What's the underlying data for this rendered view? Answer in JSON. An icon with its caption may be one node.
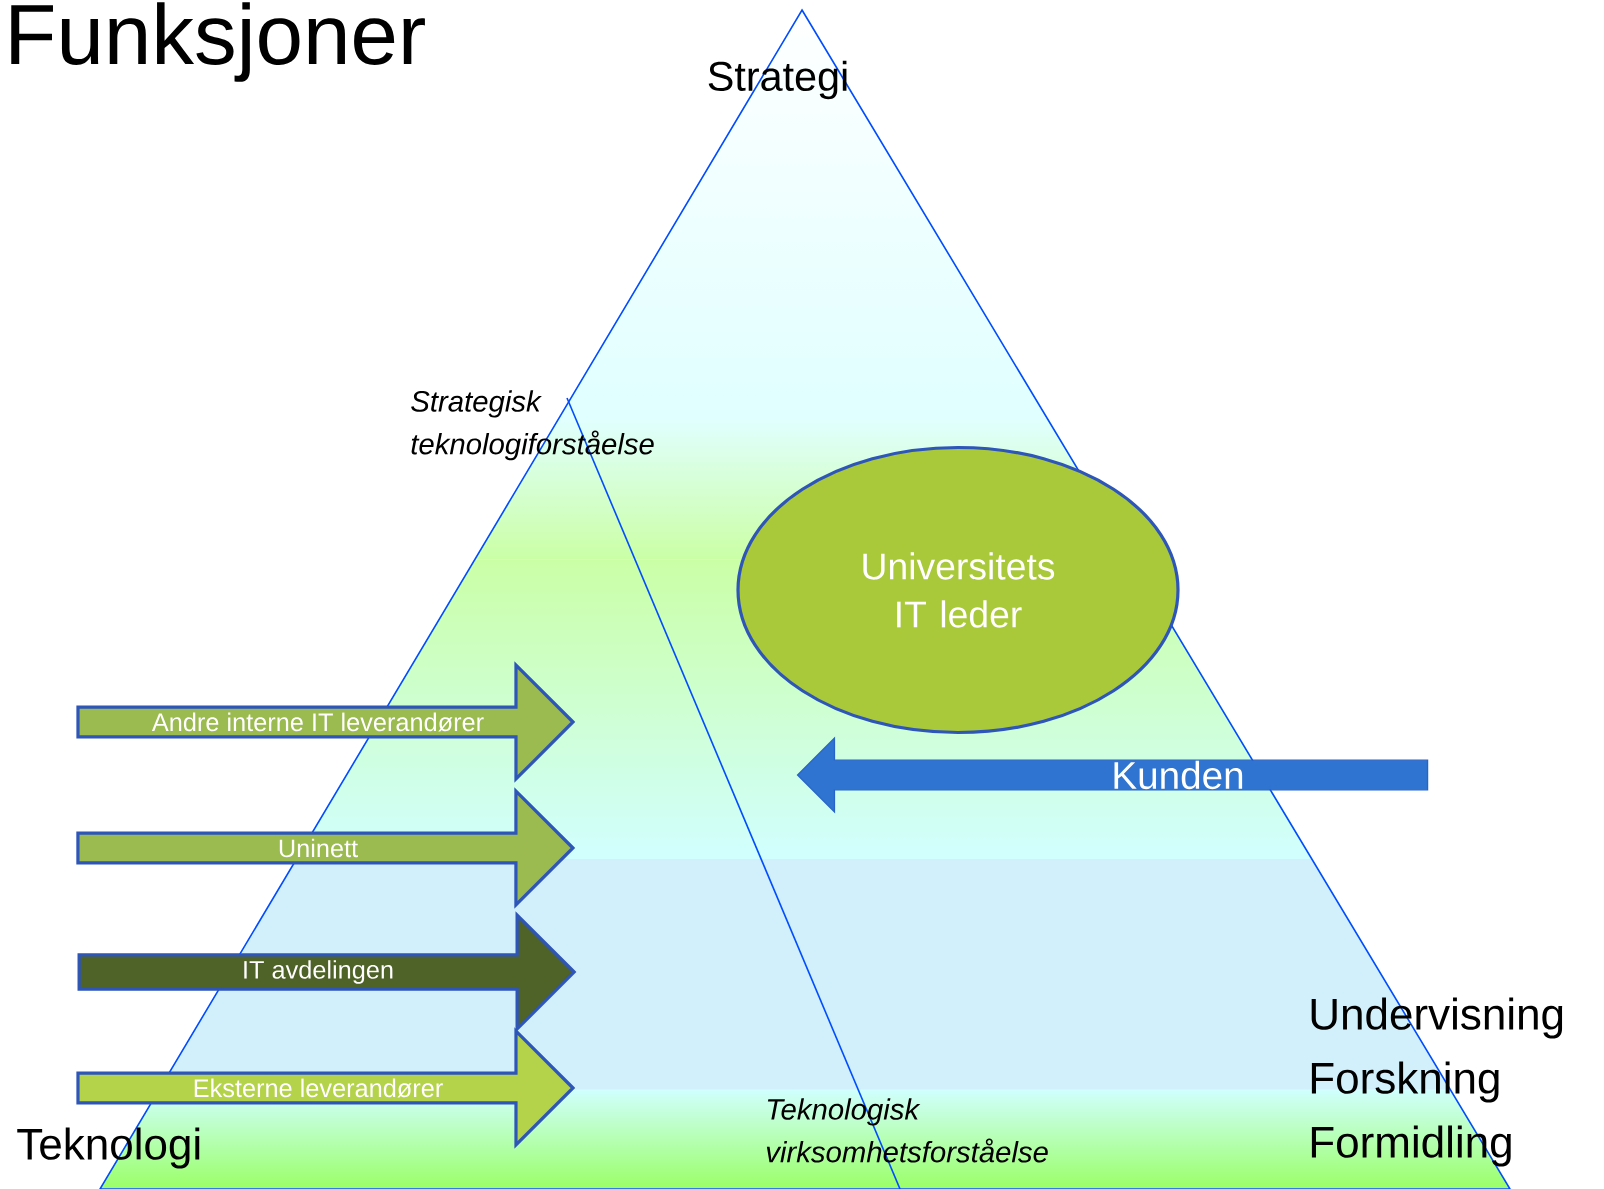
{
  "diagram": {
    "title": "Funksjoner",
    "nodes": [
      {
        "text": [
          "Universitets IT leder"
        ]
      },
      {
        "text": [
          "Andre interne IT leverandører"
        ]
      },
      {
        "text": [
          "Uninett"
        ]
      },
      {
        "text": [
          "IT avdelingen"
        ]
      },
      {
        "text": [
          "Eksterne leverandører"
        ]
      },
      {
        "text": [
          "Kunden"
        ]
      }
    ],
    "labels": [
      "Strategi",
      "Strategisk teknologiforståelse",
      "Teknologisk virksomhetsforståelse",
      "Teknologi",
      "Undervisning",
      "Forskning",
      "Formidling"
    ]
  }
}
